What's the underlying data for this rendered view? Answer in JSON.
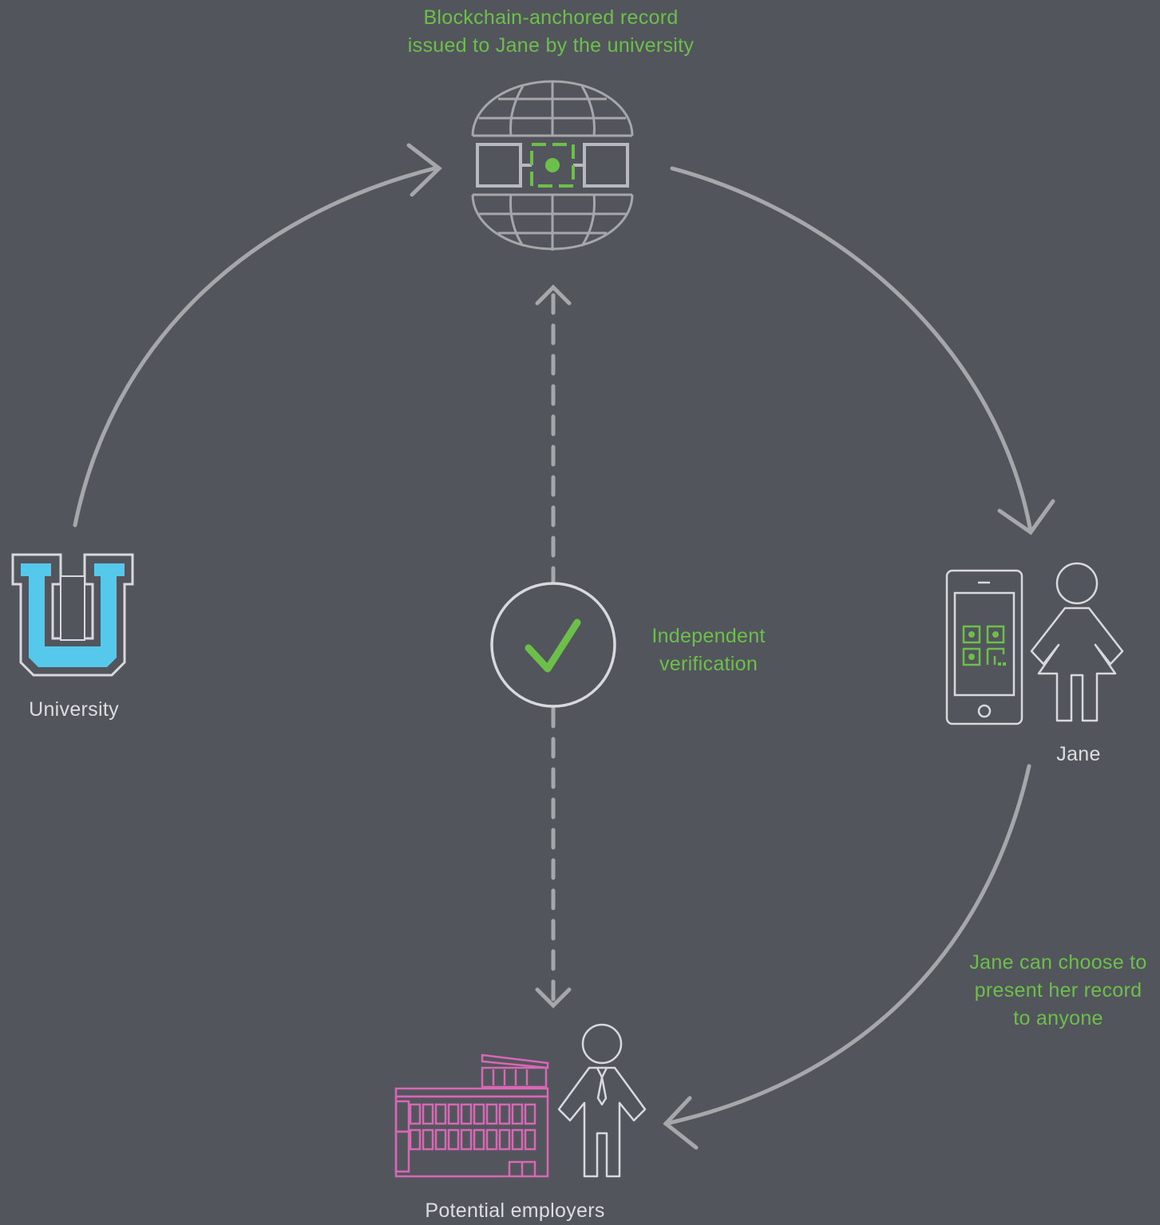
{
  "labels": {
    "record_line1": "Blockchain-anchored record",
    "record_line2": "issued to Jane by the university",
    "university": "University",
    "jane": "Jane",
    "verification_line1": "Independent",
    "verification_line2": "verification",
    "present_line1": "Jane can choose to",
    "present_line2": "present her record",
    "present_line3": "to anyone",
    "employers": "Potential employers"
  },
  "icons": {
    "record": "globe-blockchain-icon",
    "university": "university-u-icon",
    "jane_phone": "phone-qr-icon",
    "jane_person": "woman-icon",
    "verify": "checkmark-circle-icon",
    "employer_building": "building-icon",
    "employer_person": "businessman-icon"
  },
  "colors": {
    "background": "#53555c",
    "line": "#a6a7aa",
    "accent_green": "#6cc04a",
    "university_blue": "#56c8ec",
    "building_pink": "#d867b5",
    "text_grey": "#dcdde0"
  }
}
